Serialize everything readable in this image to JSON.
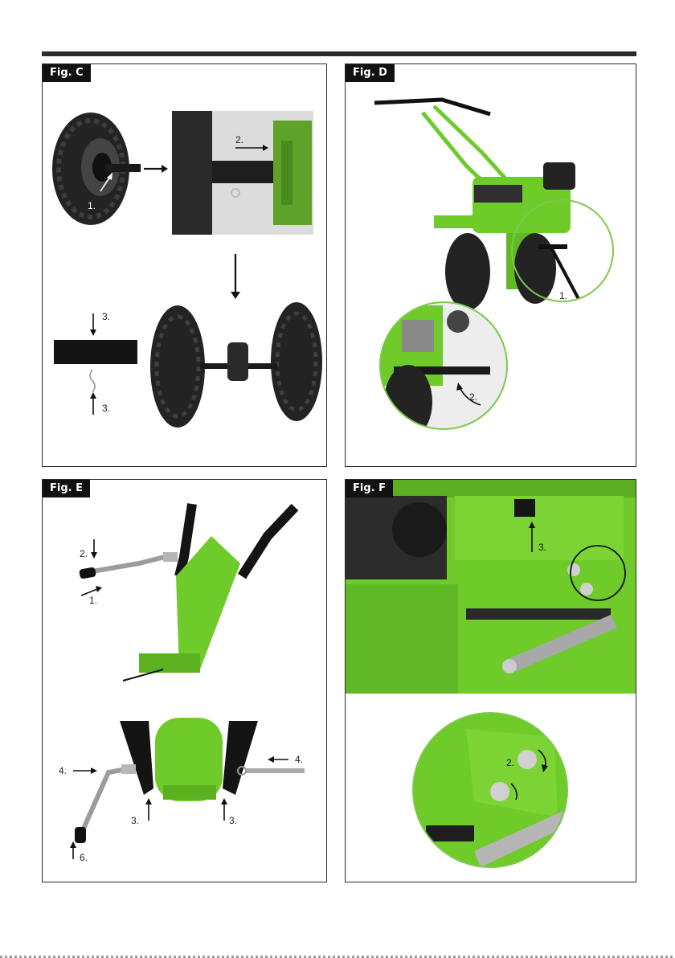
{
  "figures": {
    "c": {
      "title": "Fig. C",
      "labels": {
        "step1": "1.",
        "step2": "2.",
        "step3_top": "3.",
        "step3_bottom": "3."
      }
    },
    "d": {
      "title": "Fig. D",
      "labels": {
        "step1": "1.",
        "step2": "2."
      }
    },
    "e": {
      "title": "Fig. E",
      "labels": {
        "step1": "1.",
        "step2": "2.",
        "step3_left": "3.",
        "step3_right": "3.",
        "step4_left": "4.",
        "step4_right": "4.",
        "step6": "6."
      }
    },
    "f": {
      "title": "Fig. F",
      "labels": {
        "step2": "2.",
        "step3": "3."
      }
    }
  },
  "colors": {
    "frame": "#2b2b2b",
    "machine_green": "#6ecb2a",
    "detail_circle": "#7cc94a",
    "tyre": "#232323",
    "label_bg": "#111111"
  }
}
